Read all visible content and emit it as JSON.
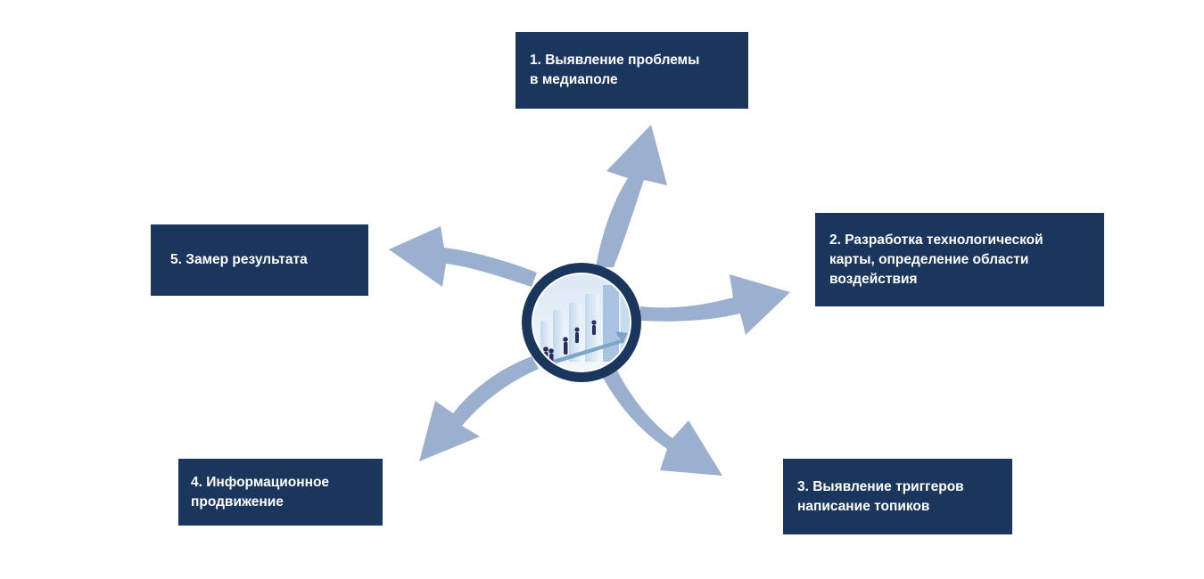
{
  "colors": {
    "box_bg": "#1b365d",
    "box_text": "#ffffff",
    "arrow": "#9bb0ce",
    "ring": "#1b365d"
  },
  "center": {
    "image": "business-people-walking-up-bar-chart-icon"
  },
  "steps": [
    {
      "lines": [
        "1. Выявление проблемы",
        "в медиаполе"
      ]
    },
    {
      "lines": [
        "2. Разработка технологической",
        "карты, определение области",
        "воздействия"
      ]
    },
    {
      "lines": [
        "3. Выявление триггеров",
        "написание топиков"
      ]
    },
    {
      "lines": [
        "4. Информационное",
        "продвижение"
      ]
    },
    {
      "lines": [
        "5. Замер результата"
      ]
    }
  ]
}
